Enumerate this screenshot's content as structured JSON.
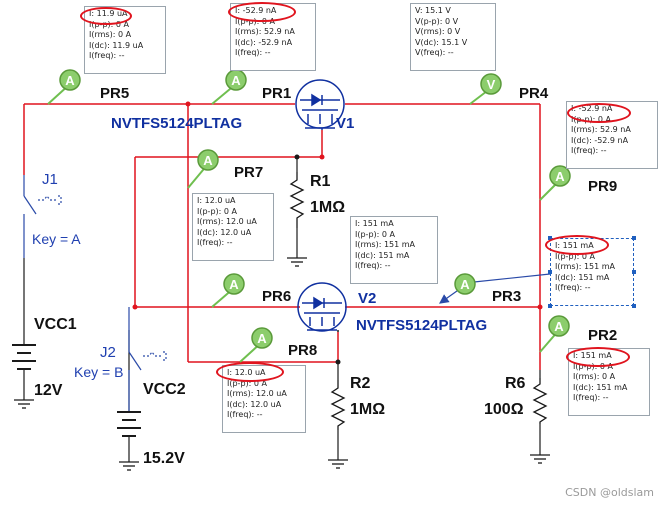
{
  "probe_boxes": [
    {
      "id": "pr5",
      "lines": [
        "I: 11.9 uA",
        "I(p-p): 0 A",
        "I(rms): 0 A",
        "I(dc): 11.9 uA",
        "I(freq): --"
      ]
    },
    {
      "id": "pr1",
      "lines": [
        "I: -52.9 nA",
        "I(p-p): 0 A",
        "I(rms): 52.9 nA",
        "I(dc): -52.9 nA",
        "I(freq): --"
      ]
    },
    {
      "id": "pr4",
      "lines": [
        "V: 15.1 V",
        "V(p-p): 0 V",
        "V(rms): 0 V",
        "V(dc): 15.1 V",
        "V(freq): --"
      ]
    },
    {
      "id": "pr9",
      "lines": [
        "I: -52.9 nA",
        "I(p-p): 0 A",
        "I(rms): 52.9 nA",
        "I(dc): -52.9 nA",
        "I(freq): --"
      ]
    },
    {
      "id": "pr7",
      "lines": [
        "I: 12.0 uA",
        "I(p-p): 0 A",
        "I(rms): 12.0 uA",
        "I(dc): 12.0 uA",
        "I(freq): --"
      ]
    },
    {
      "id": "mid",
      "lines": [
        "I: 151 mA",
        "I(p-p): 0 A",
        "I(rms): 151 mA",
        "I(dc): 151 mA",
        "I(freq): --"
      ]
    },
    {
      "id": "pr3",
      "lines": [
        "I: 151 mA",
        "I(p-p): 0 A",
        "I(rms): 151 mA",
        "I(dc): 151 mA",
        "I(freq): --"
      ]
    },
    {
      "id": "pr2",
      "lines": [
        "I: 151 mA",
        "I(p-p): 0 A",
        "I(rms): 0 A",
        "I(dc): 151 mA",
        "I(freq): --"
      ]
    },
    {
      "id": "pr8",
      "lines": [
        "I: 12.0 uA",
        "I(p-p): 0 A",
        "I(rms): 12.0 uA",
        "I(dc): 12.0 uA",
        "I(freq): --"
      ]
    }
  ],
  "probe_names": {
    "pr1": "PR1",
    "pr2": "PR2",
    "pr3": "PR3",
    "pr4": "PR4",
    "pr5": "PR5",
    "pr6": "PR6",
    "pr7": "PR7",
    "pr8": "PR8",
    "pr9": "PR9"
  },
  "probe_symbols": {
    "ammeter": "A",
    "voltmeter": "V"
  },
  "components": {
    "q1_part": "NVTFS5124PLTAG",
    "q1_name": "V1",
    "q2_part": "NVTFS5124PLTAG",
    "q2_name": "V2",
    "r1_name": "R1",
    "r1_value": "1MΩ",
    "r2_name": "R2",
    "r2_value": "1MΩ",
    "r6_name": "R6",
    "r6_value": "100Ω",
    "j1_name": "J1",
    "j1_key": "Key = A",
    "j2_name": "J2",
    "j2_key": "Key = B",
    "vcc1_name": "VCC1",
    "vcc1_value": "12V",
    "vcc2_name": "VCC2",
    "vcc2_value": "15.2V"
  },
  "watermark": "CSDN @oldslam",
  "colors": {
    "wire_red": "#e0141e",
    "wire_dark": "#1a1a1a",
    "wire_blue": "#2a4aa8",
    "probe_green": "#6fbf4f",
    "label_blue": "#1030a0"
  }
}
